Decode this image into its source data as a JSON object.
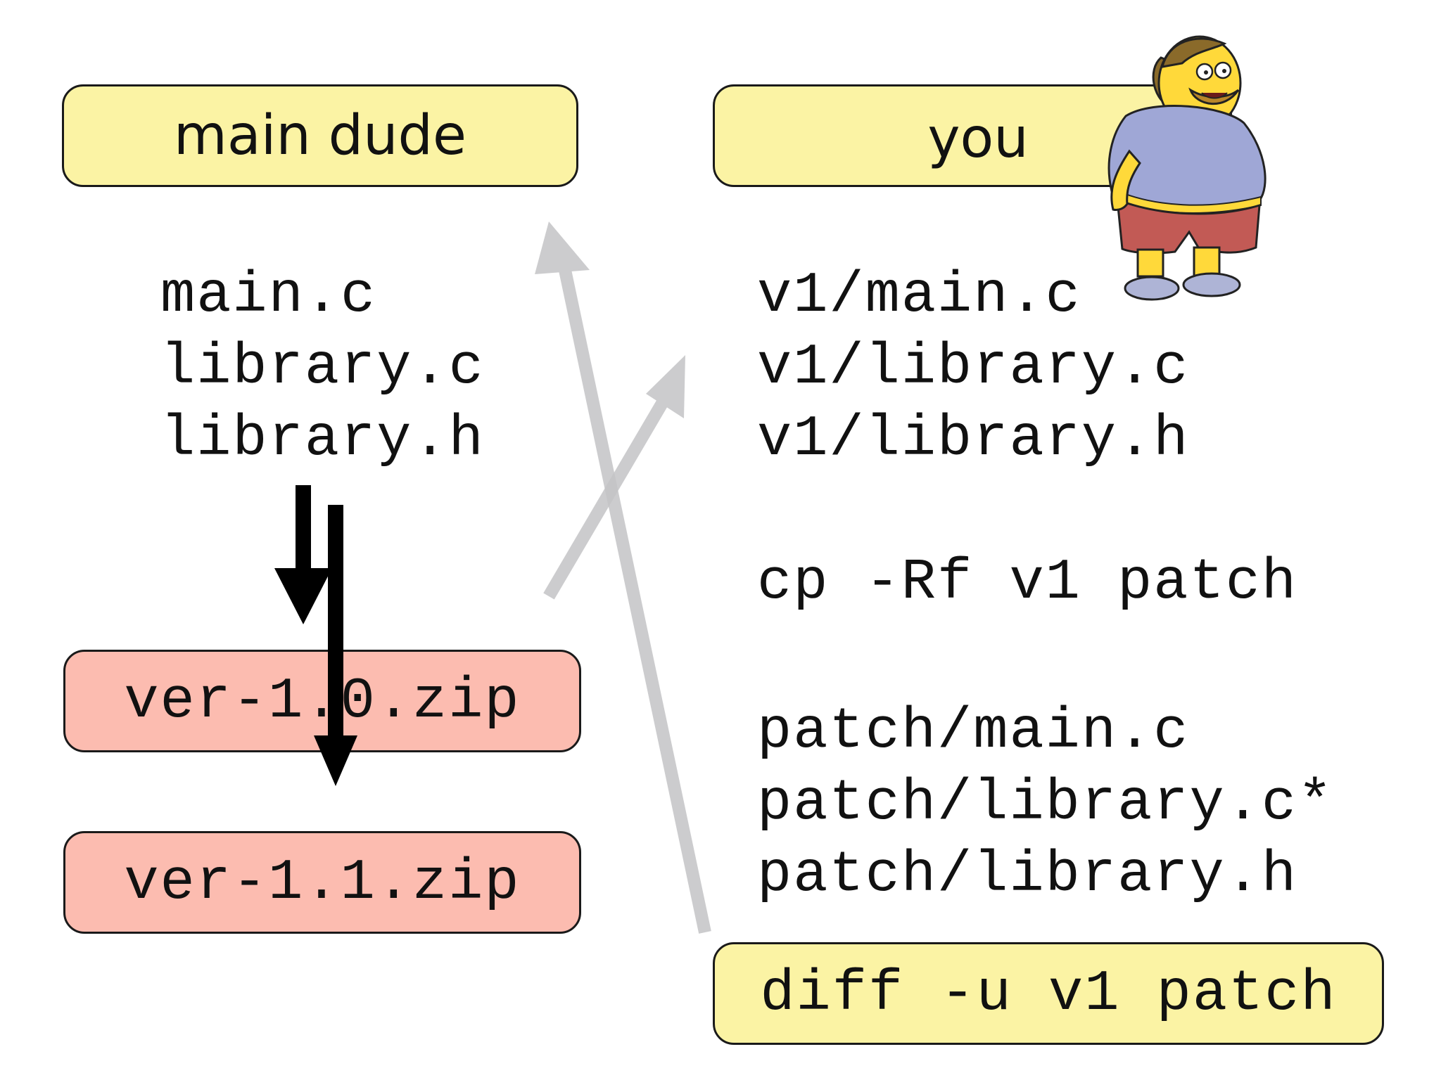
{
  "main_dude": {
    "label": "main dude",
    "files": [
      "main.c",
      "library.c",
      "library.h"
    ],
    "releases": [
      "ver-1.0.zip",
      "ver-1.1.zip"
    ]
  },
  "you": {
    "label": "you",
    "v1_files": [
      "v1/main.c",
      "v1/library.c",
      "v1/library.h"
    ],
    "copy_command": "cp -Rf v1 patch",
    "patch_files": [
      "patch/main.c",
      "patch/library.c*",
      "patch/library.h"
    ],
    "diff_command": "diff -u v1 patch"
  },
  "character": {
    "icon": "comic-book-guy-icon"
  },
  "colors": {
    "yellow_box": "#fbf3a4",
    "pink_box": "#fcbcb0",
    "gray_arrow": "#c8c8ca",
    "black_arrow": "#000000"
  }
}
